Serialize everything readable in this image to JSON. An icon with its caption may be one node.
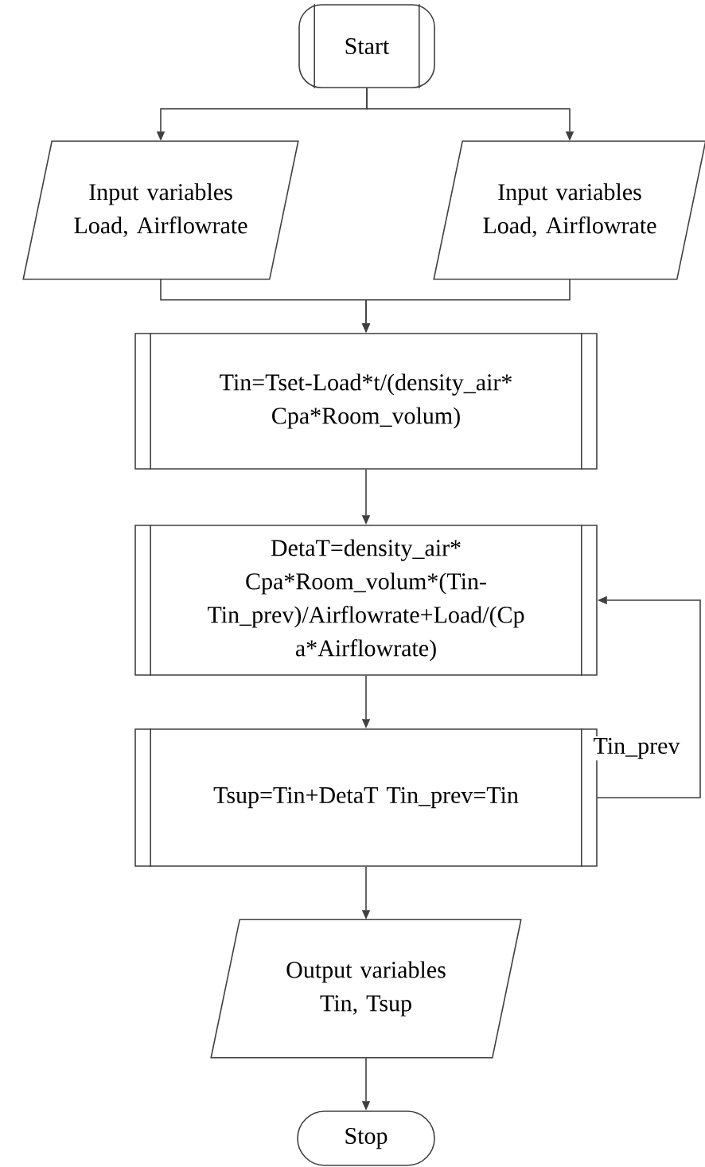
{
  "diagram": {
    "nodes": [
      {
        "text": [
          "Start"
        ]
      },
      {
        "text": [
          "Input variables Load, Airflowrate"
        ]
      },
      {
        "text": [
          "Input variables Load, Airflowrate"
        ]
      },
      {
        "text": [
          "Tin=Tset-Load*t/(density_air* Cpa*Room_volum)"
        ]
      },
      {
        "text": [
          "DetaT=density_air* Cpa*Room_volum*(Tin- Tin_prev)/Airflowrate+Load/(Cp a*Airflowrate)"
        ]
      },
      {
        "text": [
          "Tsup=Tin+DetaT Tin_prev=Tin"
        ]
      },
      {
        "text": [
          "Output variables Tin, Tsup"
        ]
      },
      {
        "text": [
          "Stop"
        ]
      }
    ],
    "edges": [
      {
        "from": 0,
        "to": 1,
        "arrow": "to"
      },
      {
        "from": 0,
        "to": 2,
        "arrow": "to"
      },
      {
        "from": 1,
        "to": 3,
        "arrow": "to"
      },
      {
        "from": 2,
        "to": 3,
        "arrow": "to"
      },
      {
        "from": 3,
        "to": 4,
        "arrow": "to"
      },
      {
        "from": 4,
        "to": 5,
        "arrow": "to"
      },
      {
        "from": 5,
        "to": 4,
        "arrow": "to",
        "label": "Tin_prev"
      },
      {
        "from": 5,
        "to": 6,
        "arrow": "to"
      },
      {
        "from": 6,
        "to": 7,
        "arrow": "to"
      }
    ]
  }
}
